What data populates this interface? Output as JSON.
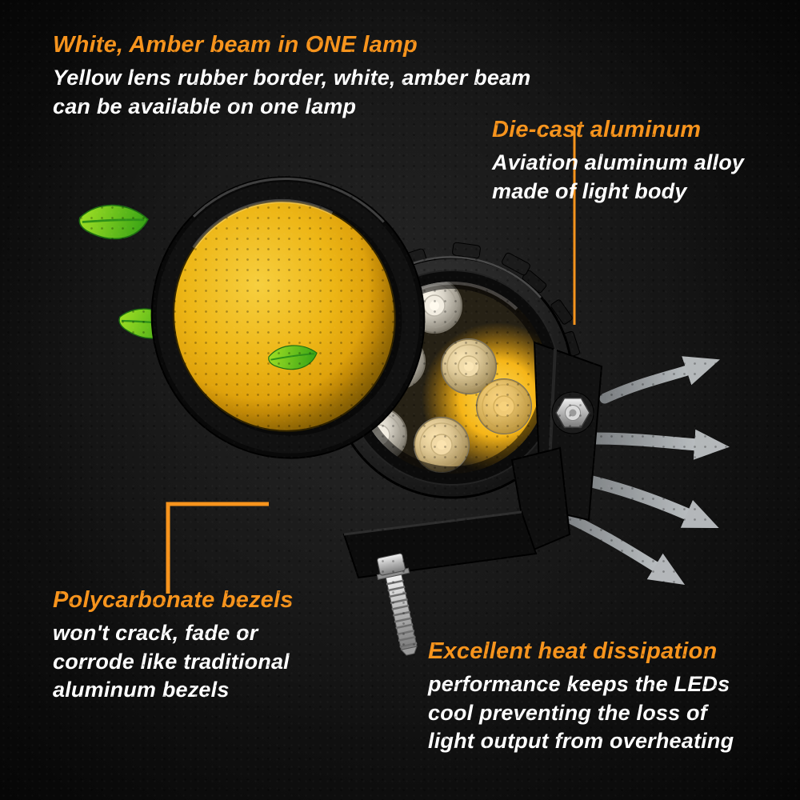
{
  "callouts": {
    "beam": {
      "title": "White, Amber beam in ONE lamp",
      "body": "Yellow lens rubber border, white, amber beam\ncan be available on one lamp"
    },
    "aluminum": {
      "title": "Die-cast aluminum",
      "body": "Aviation aluminum alloy\nmade of light body"
    },
    "bezels": {
      "title": "Polycarbonate bezels",
      "body": "won't crack, fade or\ncorrode like traditional\naluminum bezels"
    },
    "heat": {
      "title": "Excellent heat dissipation",
      "body": "performance keeps the LEDs\ncool preventing the loss of\nlight output from overheating"
    }
  },
  "colors": {
    "accent_orange": "#F7941D",
    "text_white": "#FFFFFF",
    "background_black": "#131313",
    "lens_amber": "#E8A90E",
    "leaf_green": "#4CB021",
    "arrow_gray": "#B4B8BA"
  },
  "icons": {
    "leaves": "leaf-icon",
    "heat_arrows": "heat-arrow-icon",
    "leader_lines": "callout-leader-line"
  }
}
